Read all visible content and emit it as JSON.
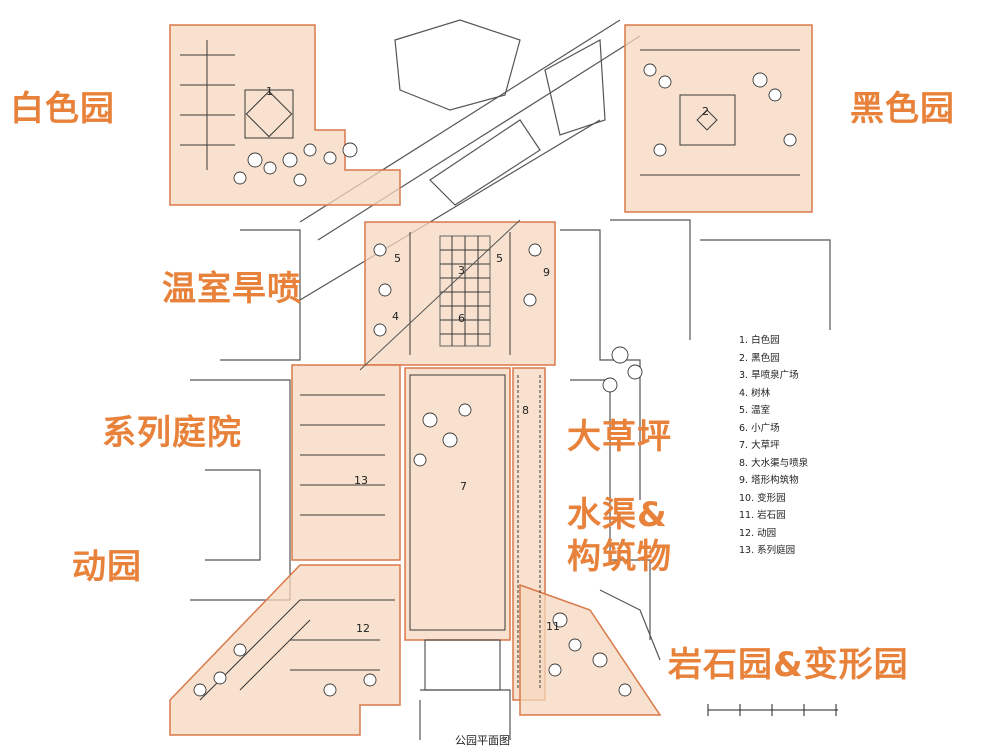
{
  "zone_labels": {
    "white_garden": "白色园",
    "black_garden": "黑色园",
    "greenhouse_fountain": "温室旱喷",
    "series_courtyards": "系列庭院",
    "animal_garden": "动园",
    "big_lawn": "大草坪",
    "canal_structures_line1": "水渠&",
    "canal_structures_line2": "构筑物",
    "rock_topiary_garden": "岩石园&变形园"
  },
  "map_numbers": {
    "n1": "1",
    "n2": "2",
    "n3": "3",
    "n4": "4",
    "n5a": "5",
    "n5b": "5",
    "n6": "6",
    "n7": "7",
    "n8": "8",
    "n9": "9",
    "n11": "11",
    "n12": "12",
    "n13": "13"
  },
  "legend": [
    "1. 白色园",
    "2. 黑色园",
    "3. 旱喷泉广场",
    "4. 树林",
    "5. 温室",
    "6. 小广场",
    "7. 大草坪",
    "8. 大水渠与喷泉",
    "9. 塔形构筑物",
    "10. 变形园",
    "11. 岩石园",
    "12. 动园",
    "13. 系列庭园"
  ],
  "caption": "公园平面图",
  "colors": {
    "label_orange": "#e8823b",
    "zone_fill": "#f6d7be",
    "zone_border": "#d9794a",
    "ink": "#3a3a3a"
  }
}
